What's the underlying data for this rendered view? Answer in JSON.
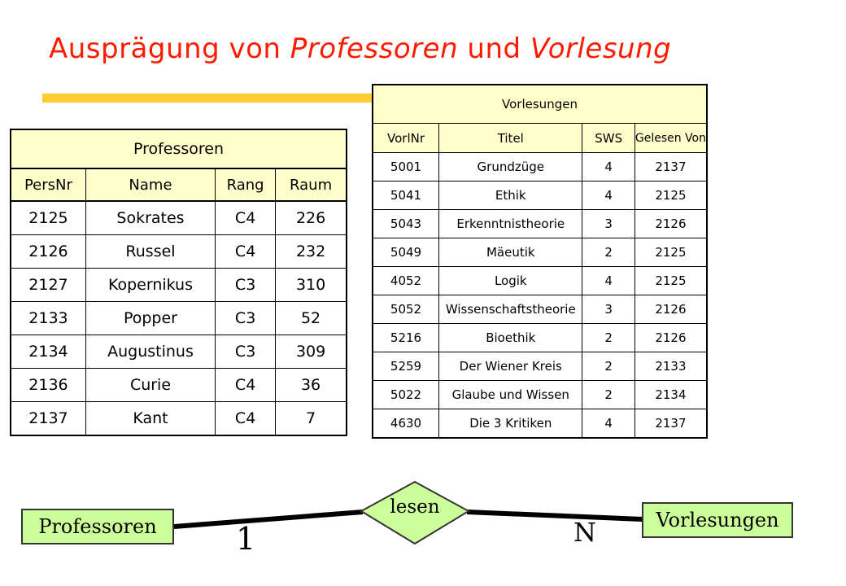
{
  "title": {
    "part1": "Ausprägung von ",
    "part2": "Professoren",
    "part3": " und ",
    "part4": "Vorlesung"
  },
  "professoren_table": {
    "caption": "Professoren",
    "columns": [
      "PersNr",
      "Name",
      "Rang",
      "Raum"
    ],
    "rows": [
      [
        "2125",
        "Sokrates",
        "C4",
        "226"
      ],
      [
        "2126",
        "Russel",
        "C4",
        "232"
      ],
      [
        "2127",
        "Kopernikus",
        "C3",
        "310"
      ],
      [
        "2133",
        "Popper",
        "C3",
        "52"
      ],
      [
        "2134",
        "Augustinus",
        "C3",
        "309"
      ],
      [
        "2136",
        "Curie",
        "C4",
        "36"
      ],
      [
        "2137",
        "Kant",
        "C4",
        "7"
      ]
    ]
  },
  "vorlesungen_table": {
    "caption": "Vorlesungen",
    "columns": [
      "VorlNr",
      "Titel",
      "SWS",
      "Gelesen Von"
    ],
    "rows": [
      [
        "5001",
        "Grundzüge",
        "4",
        "2137"
      ],
      [
        "5041",
        "Ethik",
        "4",
        "2125"
      ],
      [
        "5043",
        "Erkenntnistheorie",
        "3",
        "2126"
      ],
      [
        "5049",
        "Mäeutik",
        "2",
        "2125"
      ],
      [
        "4052",
        "Logik",
        "4",
        "2125"
      ],
      [
        "5052",
        "Wissenschaftstheorie",
        "3",
        "2126"
      ],
      [
        "5216",
        "Bioethik",
        "2",
        "2126"
      ],
      [
        "5259",
        "Der Wiener Kreis",
        "2",
        "2133"
      ],
      [
        "5022",
        "Glaube und Wissen",
        "2",
        "2134"
      ],
      [
        "4630",
        "Die 3 Kritiken",
        "4",
        "2137"
      ]
    ]
  },
  "er_diagram": {
    "entity_left": "Professoren",
    "relationship": "lesen",
    "entity_right": "Vorlesungen",
    "cardinality_left": "1",
    "cardinality_right": "N"
  },
  "colors": {
    "title": "#ff1a00",
    "title_rule": "#ffcc33",
    "table_header": "#ffffcc",
    "er_fill": "#ccff99"
  }
}
